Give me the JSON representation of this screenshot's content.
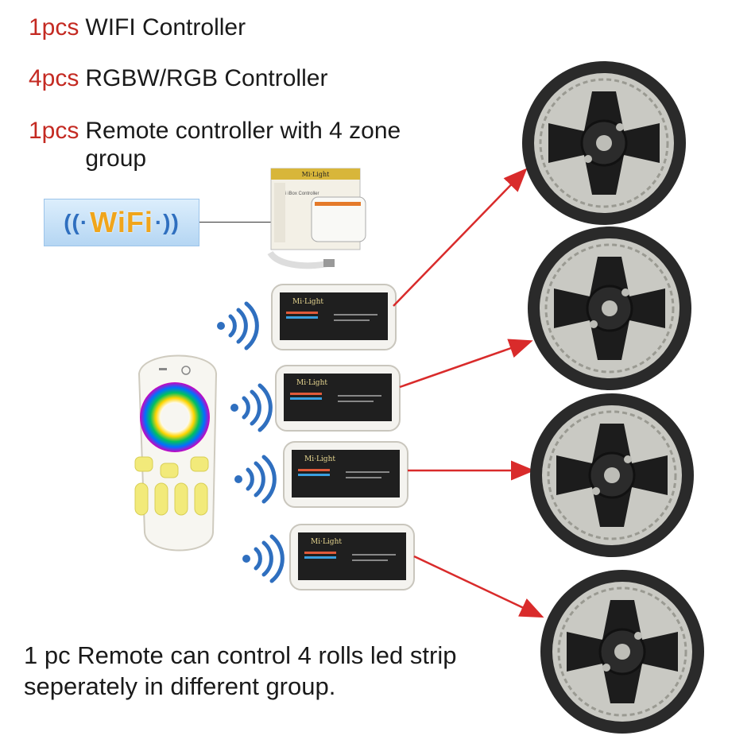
{
  "lines": [
    {
      "qty": "1pcs",
      "desc": "WIFI Controller"
    },
    {
      "qty": "4pcs",
      "desc": "RGBW/RGB Controller"
    },
    {
      "qty": "1pcs",
      "desc": "Remote controller with  4 zone group"
    }
  ],
  "wifi_badge": {
    "text": "WiFi"
  },
  "product_brand": "Mi·Light",
  "wifi_box_label": "WiFi iBox Controller",
  "bottom_text": [
    "1 pc Remote can control 4 rolls led strip",
    "seperately in different group."
  ],
  "colors": {
    "accent": "#c42a22",
    "arrow": "#d92b2b",
    "signal": "#2f6fbf",
    "remote_button": "#f2ea7a"
  },
  "icons": [
    "signal-waves-icon",
    "arrow-icon",
    "led-strip-reel-icon"
  ]
}
